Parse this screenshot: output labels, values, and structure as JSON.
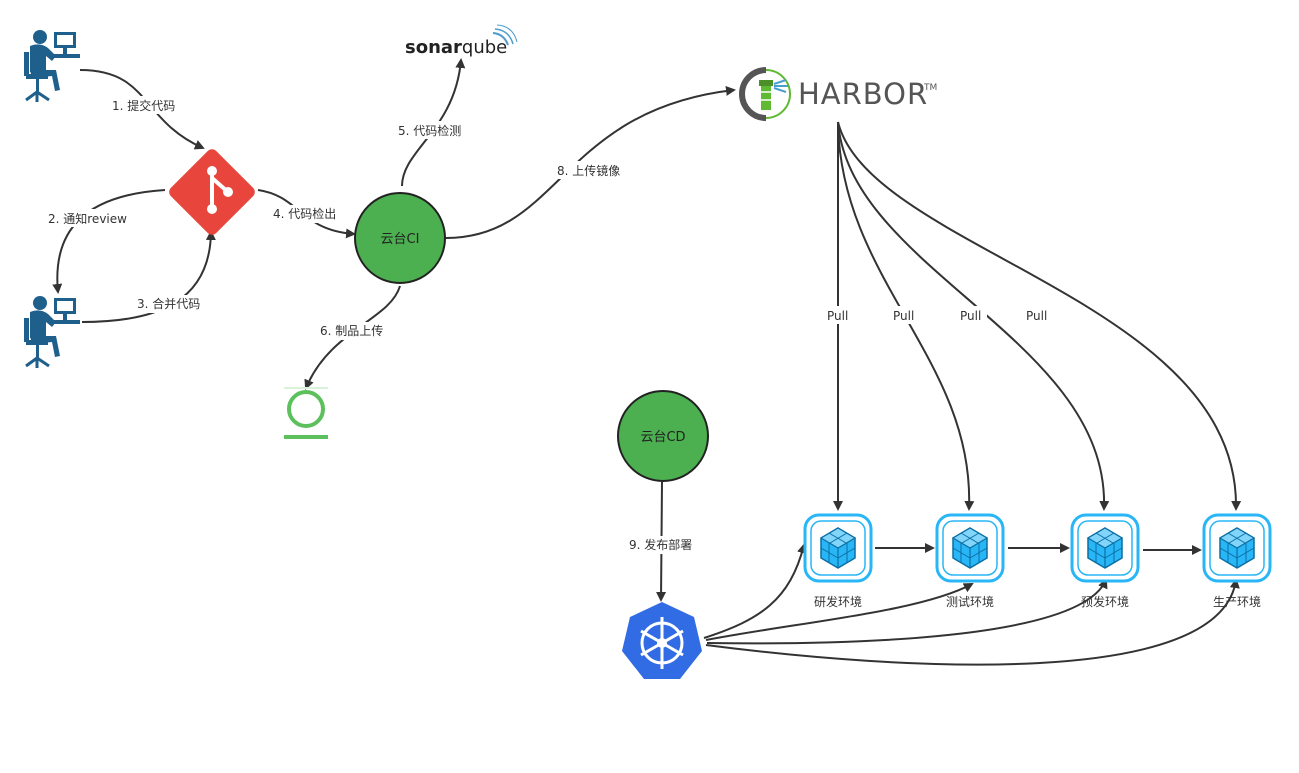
{
  "nodes": {
    "ci": "云台CI",
    "cd": "云台CD",
    "sonarqube": {
      "prefix": "sonar",
      "suffix": "qube"
    },
    "harbor": {
      "name": "HARBOR",
      "mark": "TM"
    },
    "envs": [
      "研发环境",
      "测试环境",
      "预发环境",
      "生产环境"
    ]
  },
  "edges": {
    "commit": "1. 提交代码",
    "notify": "2. 通知review",
    "merge": "3. 合并代码",
    "checkout": "4. 代码检出",
    "scan": "5. 代码检测",
    "artifact": "6. 制品上传",
    "upload_image": "8. 上传镜像",
    "deploy": "9. 发布部署",
    "pull": "Pull"
  },
  "icons": [
    "developer-icon",
    "git-icon",
    "sonarqube-logo",
    "harbor-logo",
    "nexus-icon",
    "kubernetes-icon",
    "environment-cube-icon"
  ],
  "colors": {
    "ci_fill": "#4caf50",
    "ci_stroke": "#222222",
    "git": "#e8453c",
    "env_blue": "#29b6f6",
    "k8s": "#326ce5",
    "nexus_green": "#4caf50",
    "developer": "#1f5f8b"
  }
}
